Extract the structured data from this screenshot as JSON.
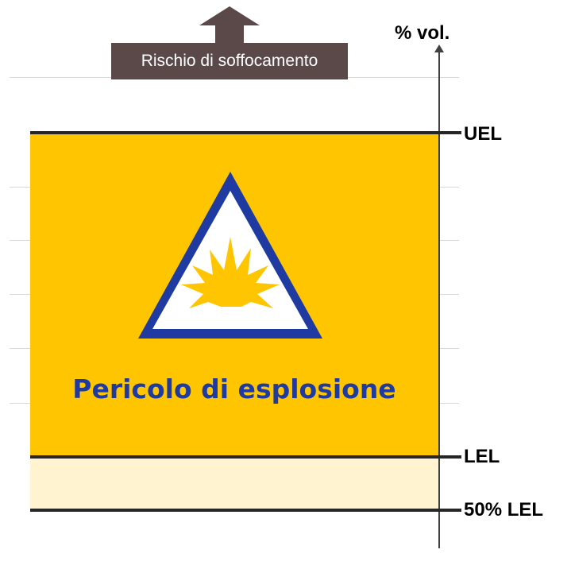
{
  "axis": {
    "label": "% vol."
  },
  "suffocation": {
    "label": "Rischio di soffocamento"
  },
  "danger": {
    "label": "Pericolo di esplosione"
  },
  "limits": {
    "uel": "UEL",
    "lel": "LEL",
    "half_lel": "50% LEL"
  },
  "colors": {
    "explosion_zone": "#ffc600",
    "caution_zone": "#fff3d0",
    "sign_border": "#1f3aa0",
    "danger_text": "#1f3aa0",
    "suffocation_box": "#5b4848",
    "limit_line": "#262626"
  },
  "icons": {
    "warning": "explosion-warning-triangle-icon",
    "arrow": "arrow-up-icon"
  }
}
